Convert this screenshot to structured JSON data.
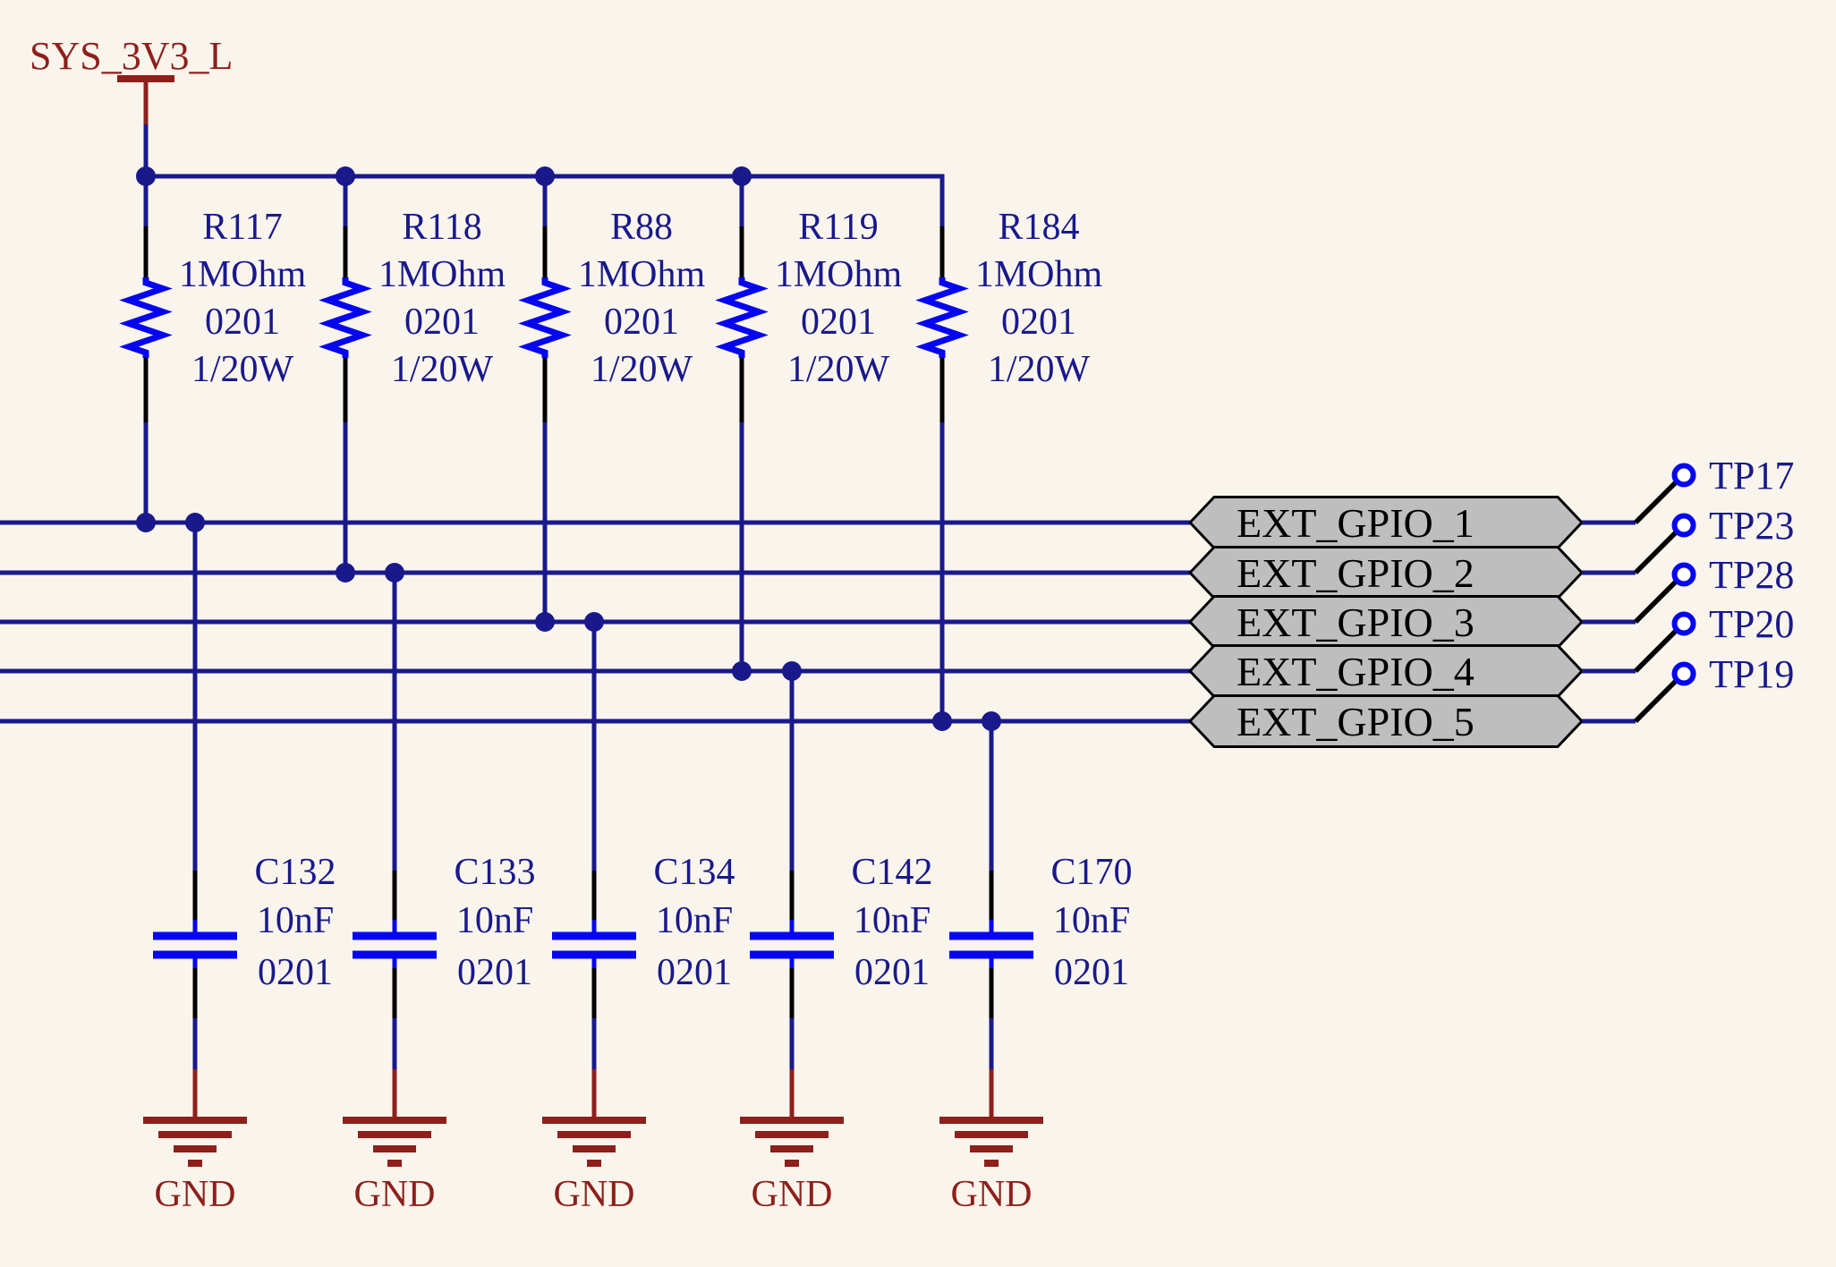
{
  "power": {
    "net": "SYS_3V3_L"
  },
  "ground": {
    "label": "GND"
  },
  "resistors": [
    {
      "ref": "R117",
      "value": "1MOhm",
      "package": "0201",
      "rating": "1/20W"
    },
    {
      "ref": "R118",
      "value": "1MOhm",
      "package": "0201",
      "rating": "1/20W"
    },
    {
      "ref": "R88",
      "value": "1MOhm",
      "package": "0201",
      "rating": "1/20W"
    },
    {
      "ref": "R119",
      "value": "1MOhm",
      "package": "0201",
      "rating": "1/20W"
    },
    {
      "ref": "R184",
      "value": "1MOhm",
      "package": "0201",
      "rating": "1/20W"
    }
  ],
  "capacitors": [
    {
      "ref": "C132",
      "value": "10nF",
      "package": "0201"
    },
    {
      "ref": "C133",
      "value": "10nF",
      "package": "0201"
    },
    {
      "ref": "C134",
      "value": "10nF",
      "package": "0201"
    },
    {
      "ref": "C142",
      "value": "10nF",
      "package": "0201"
    },
    {
      "ref": "C170",
      "value": "10nF",
      "package": "0201"
    }
  ],
  "nets": [
    {
      "label": "EXT_GPIO_1",
      "testpoint": "TP17"
    },
    {
      "label": "EXT_GPIO_2",
      "testpoint": "TP23"
    },
    {
      "label": "EXT_GPIO_3",
      "testpoint": "TP28"
    },
    {
      "label": "EXT_GPIO_4",
      "testpoint": "TP20"
    },
    {
      "label": "EXT_GPIO_5",
      "testpoint": "TP19"
    }
  ],
  "colors": {
    "background": "#FAF5EC",
    "wire": "#19198C",
    "component_body": "#0505F0",
    "power_net": "#8E1F1B",
    "net_label_fill": "#BEBEBE",
    "pin": "#000000"
  }
}
